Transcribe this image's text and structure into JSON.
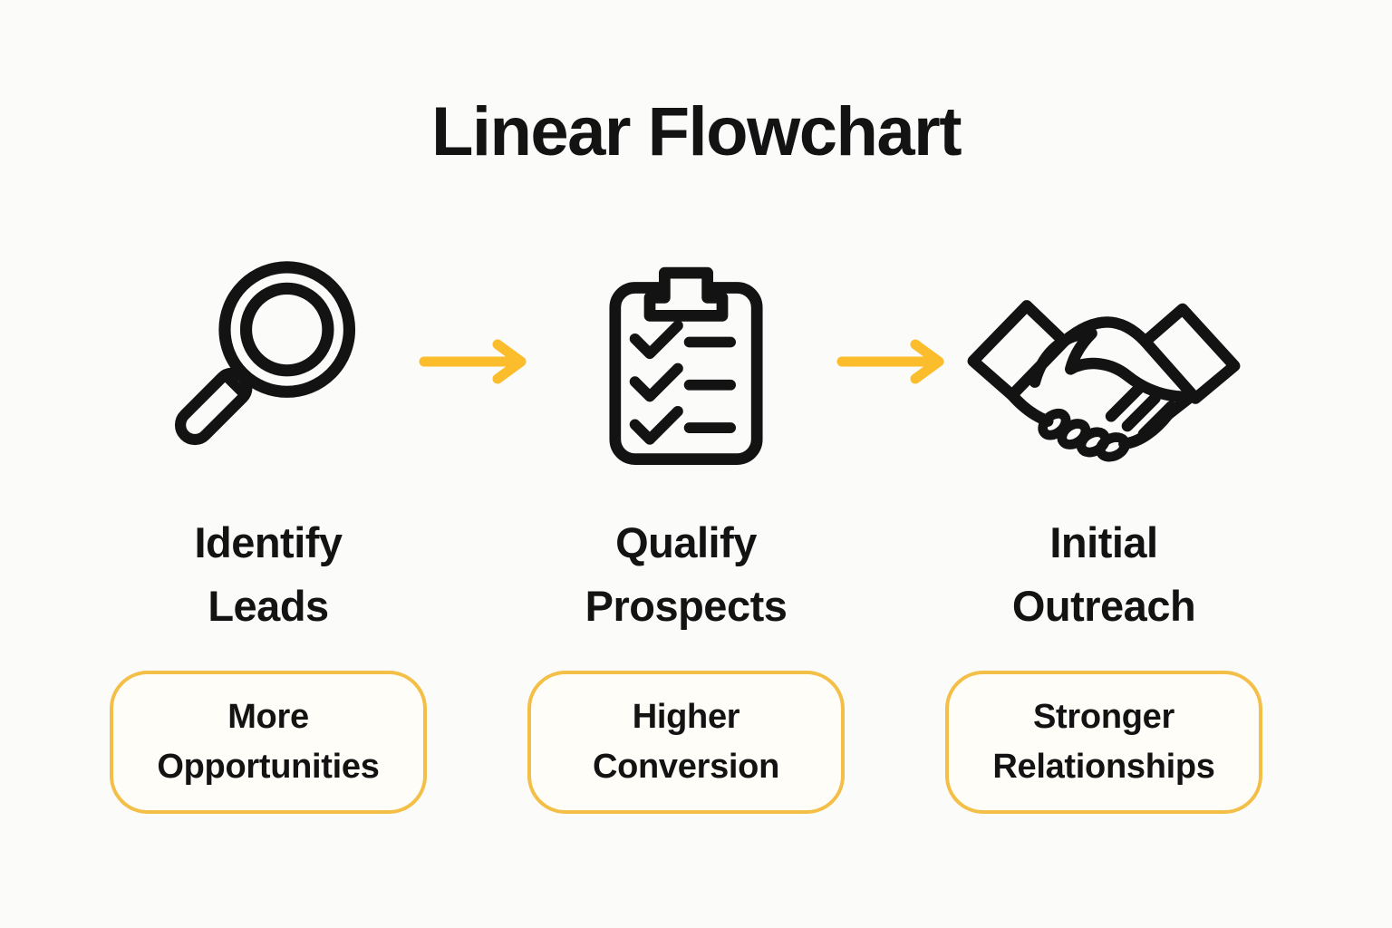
{
  "title": "Linear Flowchart",
  "steps": [
    {
      "icon": "magnifying-glass-icon",
      "title_lines": [
        "Identify",
        "Leads"
      ],
      "badge_lines": [
        "More",
        "Opportunities"
      ]
    },
    {
      "icon": "clipboard-checklist-icon",
      "title_lines": [
        "Qualify",
        "Prospects"
      ],
      "badge_lines": [
        "Higher",
        "Conversion"
      ]
    },
    {
      "icon": "handshake-icon",
      "title_lines": [
        "Initial",
        "Outreach"
      ],
      "badge_lines": [
        "Stronger",
        "Relationships"
      ]
    }
  ],
  "arrows": {
    "count": 2,
    "direction": "right"
  },
  "colors": {
    "page_background": "#FBFBFA",
    "ink": "#131313",
    "arrow": "#FBBD2B",
    "badge_border": "#F3BF47",
    "badge_background": "#FFFDF7"
  }
}
